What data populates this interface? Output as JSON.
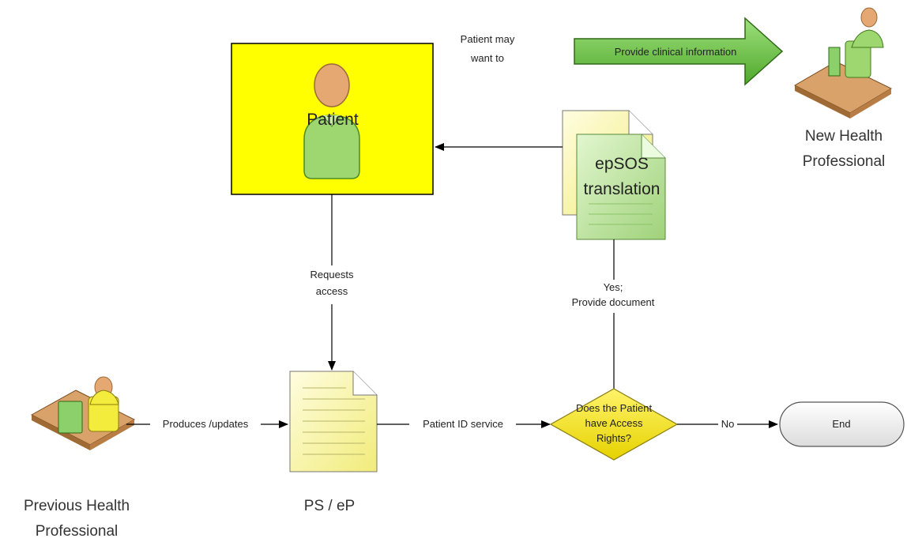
{
  "nodes": {
    "patient": "Patient",
    "new_professional": [
      "New Health",
      "Professional"
    ],
    "previous_professional": [
      "Previous Health",
      "Professional"
    ],
    "ps_ep": "PS / eP",
    "decision": [
      "Does the Patient",
      "have Access",
      "Rights?"
    ],
    "end": "End",
    "translation_doc": [
      "epSOS",
      "translation"
    ]
  },
  "edges": {
    "patient_may_want": [
      "Patient may",
      "want to"
    ],
    "provide_clinical": "Provide clinical information",
    "requests_access": [
      "Requests",
      "access"
    ],
    "yes_provide": [
      "Yes;",
      "Provide document"
    ],
    "produces_updates": "Produces /updates",
    "patient_id_service": "Patient ID service",
    "no": "No"
  },
  "colors": {
    "patient_box": "#ffff00",
    "big_arrow": "#6cc24a",
    "document_yellow": "#fbf9a6",
    "document_green": "#c9ecb0",
    "decision": "#f2e600"
  }
}
